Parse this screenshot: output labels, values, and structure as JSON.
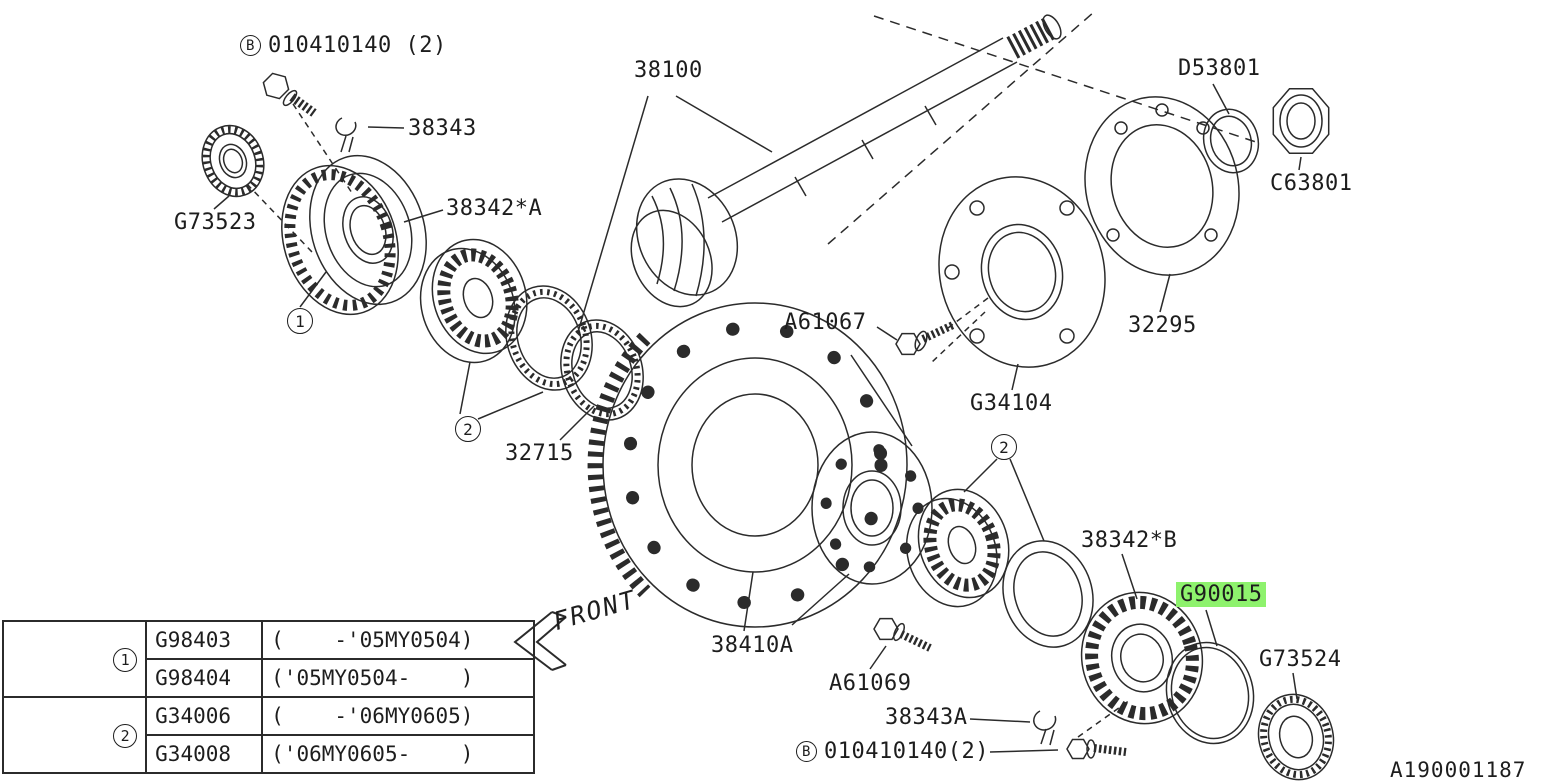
{
  "colors": {
    "line": "#2b2b2b",
    "text": "#1d1d1d",
    "highlight": "#8ef26d",
    "background": "#ffffff"
  },
  "diagram": {
    "drawing_number": "A190001187",
    "front_label": "FRONT",
    "callouts": {
      "one": "1",
      "two_left": "2",
      "two_right": "2"
    },
    "labels": {
      "bolt_top": {
        "badge": "B",
        "text": "010410140 (2)"
      },
      "n38343": {
        "text": "38343"
      },
      "g73523": {
        "text": "G73523"
      },
      "n38342a": {
        "text": "38342*A"
      },
      "n38100": {
        "text": "38100"
      },
      "d53801": {
        "text": "D53801"
      },
      "c63801": {
        "text": "C63801"
      },
      "n32295": {
        "text": "32295"
      },
      "a61067": {
        "text": "A61067"
      },
      "g34104": {
        "text": "G34104"
      },
      "n32715": {
        "text": "32715"
      },
      "n38410a": {
        "text": "38410A"
      },
      "a61069": {
        "text": "A61069"
      },
      "n38342b": {
        "text": "38342*B"
      },
      "g90015": {
        "text": "G90015"
      },
      "g73524": {
        "text": "G73524"
      },
      "n38343a": {
        "text": "38343A"
      },
      "bolt_bottom": {
        "badge": "B",
        "text": "010410140(2)"
      }
    }
  },
  "table": {
    "groups": [
      {
        "callout": "1",
        "rows": [
          {
            "part_no": "G98403",
            "range": "(    -'05MY0504)"
          },
          {
            "part_no": "G98404",
            "range": "('05MY0504-    )"
          }
        ]
      },
      {
        "callout": "2",
        "rows": [
          {
            "part_no": "G34006",
            "range": "(    -'06MY0605)"
          },
          {
            "part_no": "G34008",
            "range": "('06MY0605-    )"
          }
        ]
      }
    ]
  }
}
